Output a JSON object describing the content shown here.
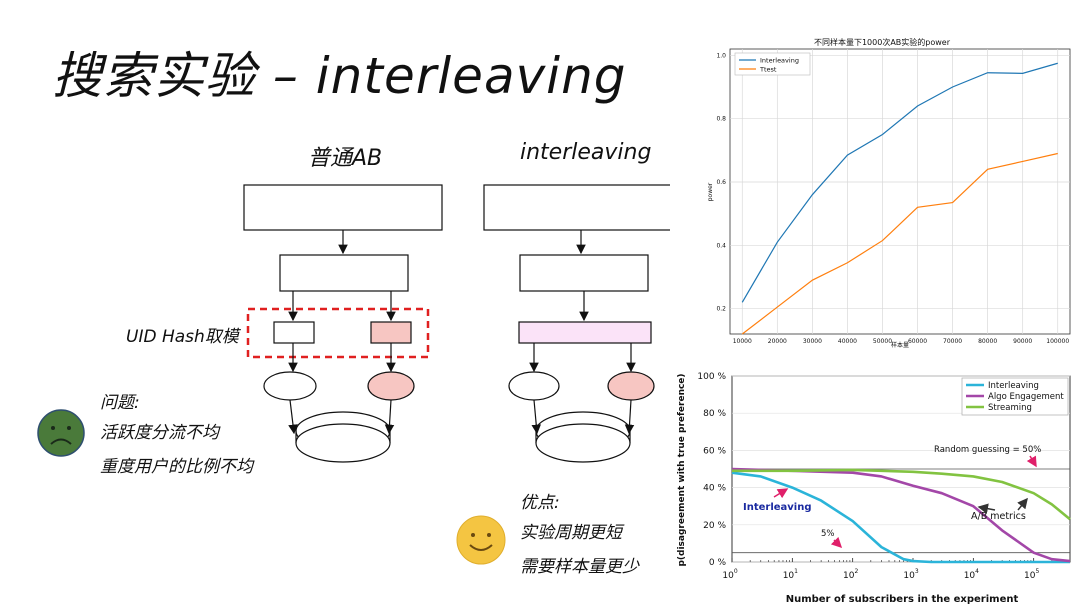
{
  "slide": {
    "title": "搜索实验 – interleaving",
    "left_heading": "普通AB",
    "right_heading": "interleaving",
    "hash_label": "UID Hash取模",
    "problems": {
      "title": "问题:",
      "items": [
        "活跃度分流不均",
        "重度用户的比例不均"
      ]
    },
    "advantages": {
      "title": "优点:",
      "items": [
        "实验周期更短",
        "需要样本量更少"
      ]
    }
  },
  "colors": {
    "pink_fill": "#f7c6c2",
    "light_pink_fill": "#fbe3f8",
    "dashed_red": "#e02020",
    "sad_face": "#4a7a3a",
    "happy_face": "#f4c542"
  },
  "chart_data": [
    {
      "type": "line",
      "title": "不同样本量下1000次AB实验的power",
      "xlabel": "样本量",
      "ylabel": "power",
      "x": [
        10000,
        20000,
        30000,
        40000,
        50000,
        60000,
        70000,
        80000,
        90000,
        100000
      ],
      "x_ticks": [
        "10000",
        "20000",
        "30000",
        "40000",
        "50000",
        "60000",
        "70000",
        "80000",
        "90000",
        "100000"
      ],
      "y_ticks": [
        "0.2",
        "0.4",
        "0.6",
        "0.8",
        "1.0"
      ],
      "ylim": [
        0.12,
        1.02
      ],
      "grid": true,
      "legend": "top-left",
      "series": [
        {
          "name": "Interleaving",
          "color": "#1f77b4",
          "values": [
            0.22,
            0.41,
            0.56,
            0.685,
            0.75,
            0.84,
            0.9,
            0.945,
            0.943,
            0.975
          ]
        },
        {
          "name": "Ttest",
          "color": "#ff7f0e",
          "values": [
            0.12,
            0.205,
            0.29,
            0.345,
            0.415,
            0.52,
            0.535,
            0.64,
            0.665,
            0.69
          ]
        }
      ]
    },
    {
      "type": "line",
      "xlabel": "Number of subscribers in the experiment",
      "ylabel": "p(disagreement with true preference)",
      "x_scale": "log",
      "xlim": [
        1,
        400000
      ],
      "ylim": [
        0,
        100
      ],
      "y_ticks": [
        "0 %",
        "20 %",
        "40 %",
        "60 %",
        "80 %",
        "100 %"
      ],
      "x_ticks": [
        {
          "base": "10",
          "exp": "0"
        },
        {
          "base": "10",
          "exp": "1"
        },
        {
          "base": "10",
          "exp": "2"
        },
        {
          "base": "10",
          "exp": "3"
        },
        {
          "base": "10",
          "exp": "4"
        },
        {
          "base": "10",
          "exp": "5"
        }
      ],
      "legend": "top-right",
      "reference_lines": [
        50,
        5
      ],
      "series": [
        {
          "name": "Interleaving",
          "color": "#2bb4d9",
          "x": [
            1,
            3,
            10,
            30,
            100,
            300,
            700,
            1000,
            2000,
            10000,
            100000,
            400000
          ],
          "values": [
            48,
            46,
            40,
            33,
            22,
            8,
            1.5,
            0.5,
            0,
            0,
            0,
            0
          ]
        },
        {
          "name": "Algo Engagement",
          "color": "#a347a8",
          "x": [
            1,
            10,
            100,
            300,
            1000,
            3000,
            10000,
            30000,
            100000,
            200000,
            400000
          ],
          "values": [
            50,
            49,
            48,
            46,
            41,
            37,
            30,
            17,
            5,
            1.5,
            0.5
          ]
        },
        {
          "name": "Streaming",
          "color": "#82c341",
          "x": [
            1,
            10,
            100,
            1000,
            3000,
            10000,
            30000,
            100000,
            200000,
            400000
          ],
          "values": [
            49,
            49,
            49.5,
            48.5,
            47.5,
            46,
            43,
            37,
            31,
            23
          ]
        }
      ],
      "annotations": {
        "random": "Random guessing = 50%",
        "ab": "A/B metrics",
        "interleaving": "Interleaving",
        "five": "5%"
      }
    }
  ]
}
